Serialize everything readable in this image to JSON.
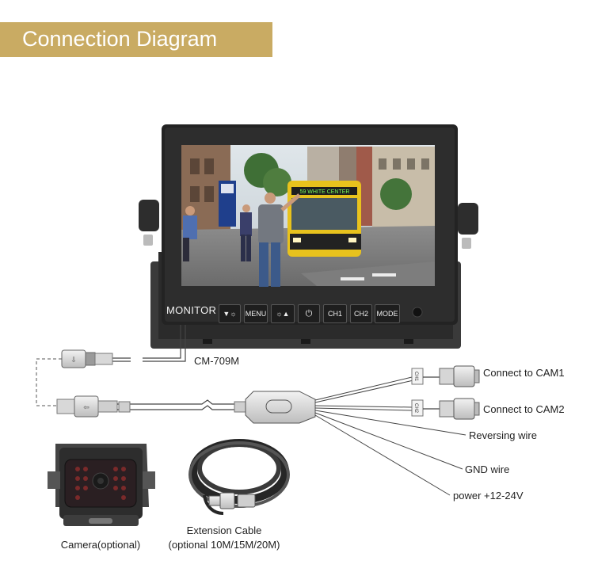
{
  "title": "Connection Diagram",
  "monitor": {
    "brand": "MONITOR",
    "model": "CM-709M",
    "buttons": [
      {
        "label": "▼☼",
        "icon": "brightness-down-icon"
      },
      {
        "label": "MENU",
        "icon": "menu-icon"
      },
      {
        "label": "☼▲",
        "icon": "brightness-up-icon"
      },
      {
        "label": "⏻",
        "icon": "power-icon"
      },
      {
        "label": "CH1",
        "icon": "channel-1-icon"
      },
      {
        "label": "CH2",
        "icon": "channel-2-icon"
      },
      {
        "label": "MODE",
        "icon": "mode-icon"
      }
    ],
    "screen_bus_sign": "59 WHITE CENTER"
  },
  "connectors": {
    "cam1_tag": "CH1",
    "cam2_tag": "CH2"
  },
  "wire_labels": {
    "cam1": "Connect to CAM1",
    "cam2": "Connect to CAM2",
    "reversing": "Reversing wire",
    "gnd": "GND wire",
    "power": "power +12-24V"
  },
  "accessories": {
    "camera": "Camera(optional)",
    "cable_line1": "Extension Cable",
    "cable_line2": "(optional 10M/15M/20M)"
  },
  "colors": {
    "title_bg": "#c9ab63",
    "monitor_body": "#2a2a2a",
    "wire": "#444444"
  }
}
